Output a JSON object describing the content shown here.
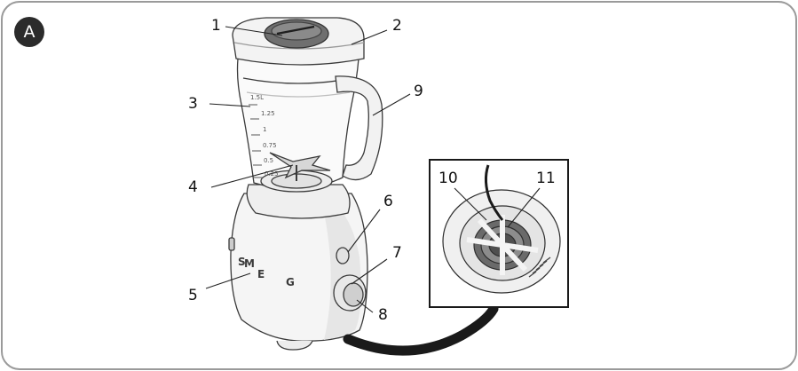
{
  "figure": {
    "badge": "A",
    "callouts": {
      "c1": "1",
      "c2": "2",
      "c3": "3",
      "c4": "4",
      "c5": "5",
      "c6": "6",
      "c7": "7",
      "c8": "8",
      "c9": "9",
      "c10": "10",
      "c11": "11"
    },
    "jug_scale": [
      "1.5L",
      "1.25",
      "1",
      "0.75",
      "0.5",
      "0.25"
    ],
    "brand": [
      "S",
      "M",
      "E",
      "G"
    ]
  }
}
